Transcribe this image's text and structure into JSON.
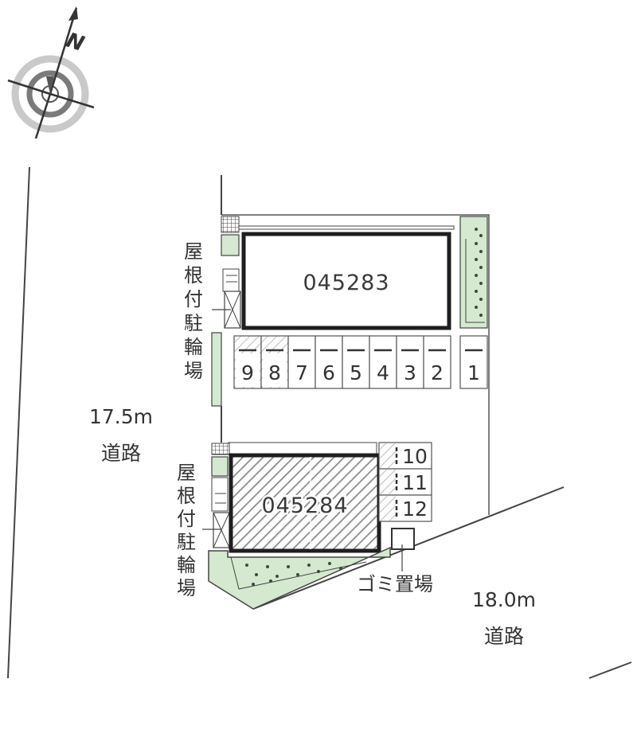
{
  "compass": {
    "north_label": "N",
    "icon": "compass-rose-icon"
  },
  "buildings": [
    {
      "id": "045283"
    },
    {
      "id": "045284"
    }
  ],
  "parking_top": [
    "9",
    "8",
    "7",
    "6",
    "5",
    "4",
    "3",
    "2",
    "1"
  ],
  "parking_side": [
    "10",
    "11",
    "12"
  ],
  "bike_parking": {
    "chars": [
      "屋",
      "根",
      "付",
      "駐",
      "輪",
      "場"
    ]
  },
  "roads": [
    {
      "width": "17.5m",
      "name": "道路"
    },
    {
      "width": "18.0m",
      "name": "道路"
    }
  ],
  "garbage": {
    "label": "ゴミ置場"
  },
  "colors": {
    "green": "#d4e9cf",
    "outline": "#333333",
    "hatch": "#8a8a8a",
    "road_line": "#444444"
  }
}
